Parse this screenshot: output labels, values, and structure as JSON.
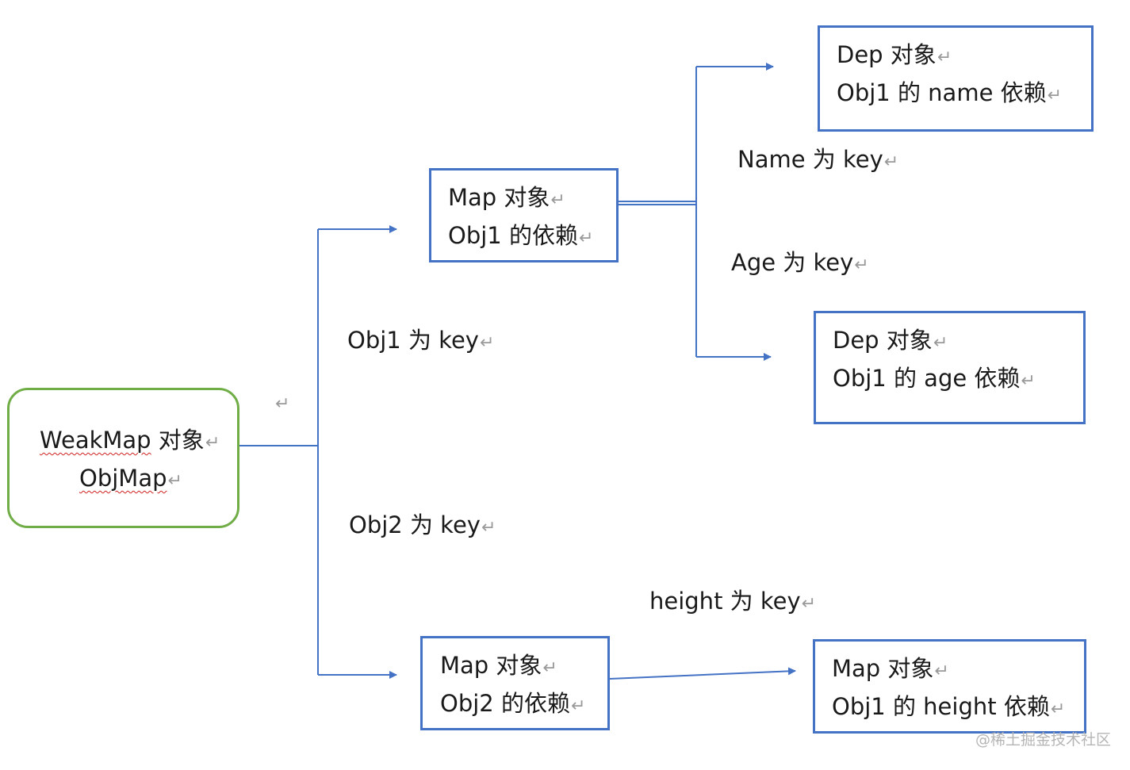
{
  "nodes": {
    "weakmap": {
      "line1": "WeakMap 对象",
      "line2": "ObjMap"
    },
    "map_obj1": {
      "line1": "Map 对象",
      "line2": "Obj1 的依赖"
    },
    "map_obj2": {
      "line1": "Map 对象",
      "line2": "Obj2 的依赖"
    },
    "dep_name": {
      "line1": "Dep 对象",
      "line2": "Obj1 的 name 依赖"
    },
    "dep_age": {
      "line1": "Dep 对象",
      "line2": "Obj1 的 age 依赖"
    },
    "map_height": {
      "line1": "Map 对象",
      "line2": "Obj1 的 height 依赖"
    }
  },
  "edges": {
    "obj1_key": "Obj1 为 key",
    "obj2_key": "Obj2 为 key",
    "name_key": "Name 为 key",
    "age_key": "Age 为 key",
    "height_key": "height 为 key"
  },
  "paragraph_mark": "↵",
  "watermark": "@稀土掘金技术社区",
  "colors": {
    "connector": "#4472c4",
    "box_border": "#4472c4",
    "root_border": "#70ad47",
    "spellcheck": "#d02020"
  }
}
